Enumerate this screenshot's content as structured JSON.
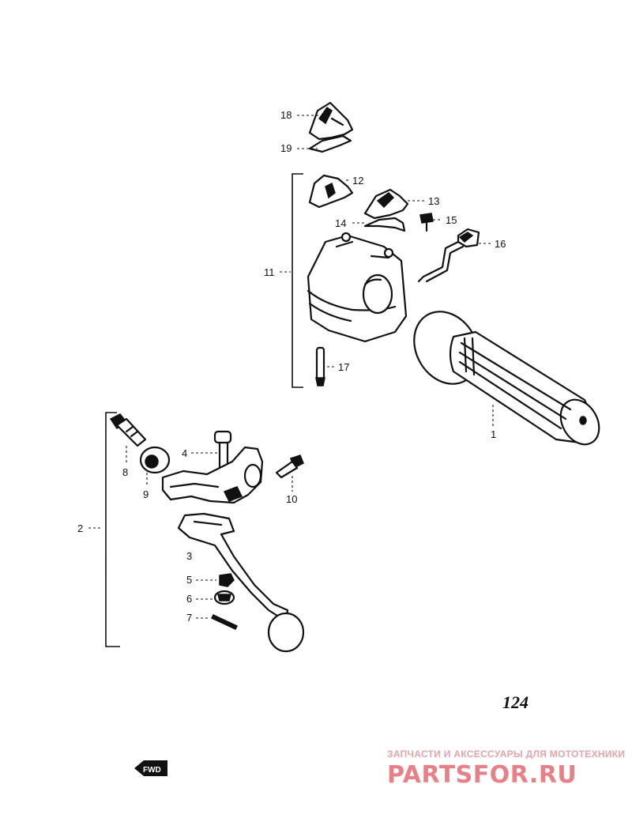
{
  "parts": {
    "p1": "1",
    "p2": "2",
    "p3": "3",
    "p4": "4",
    "p5": "5",
    "p6": "6",
    "p7": "7",
    "p8": "8",
    "p9": "9",
    "p10": "10",
    "p11": "11",
    "p12": "12",
    "p13": "13",
    "p14": "14",
    "p15": "15",
    "p16": "16",
    "p17": "17",
    "p18": "18",
    "p19": "19"
  },
  "page_number": "124",
  "fwd_mark": "FWD",
  "watermark": {
    "tagline": "ЗАПЧАСТИ И АКСЕССУАРЫ ДЛЯ МОТОТЕХНИКИ",
    "logo": "PARTSFOR.RU"
  }
}
